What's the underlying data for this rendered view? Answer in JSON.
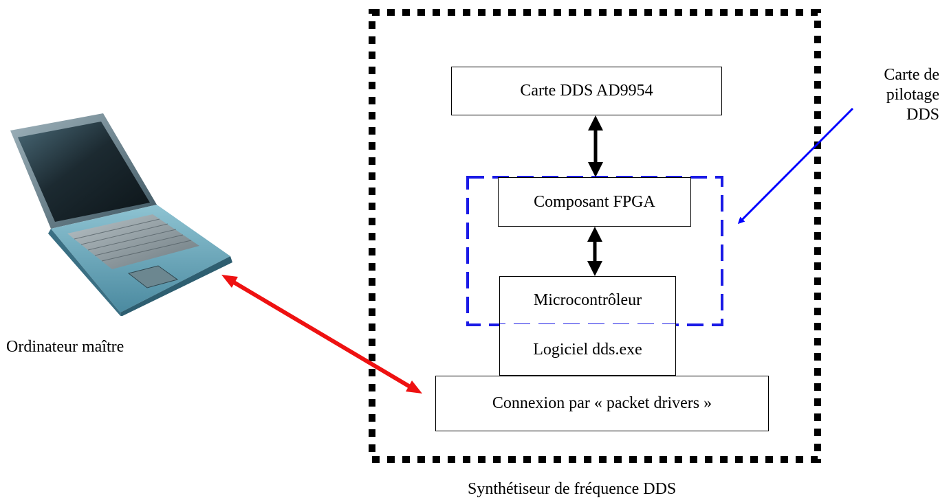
{
  "diagram": {
    "boxes": {
      "dds_card": "Carte DDS AD9954",
      "fpga": "Composant FPGA",
      "microcontroller": "Microcontrôleur",
      "software": "Logiciel dds.exe",
      "connection": "Connexion par « packet drivers »"
    },
    "labels": {
      "computer": "Ordinateur maître",
      "synth": "Synthétiseur de fréquence DDS",
      "pilot_card_line1": "Carte de",
      "pilot_card_line2": "pilotage",
      "pilot_card_line3": "DDS"
    },
    "colors": {
      "outer_border": "#000000",
      "pilot_card_border": "#1a1ae6",
      "pilot_arrow": "#0000ff",
      "link_arrow": "#ee1111",
      "internal_arrows": "#000000"
    },
    "icons": {
      "computer": "laptop-icon"
    }
  }
}
